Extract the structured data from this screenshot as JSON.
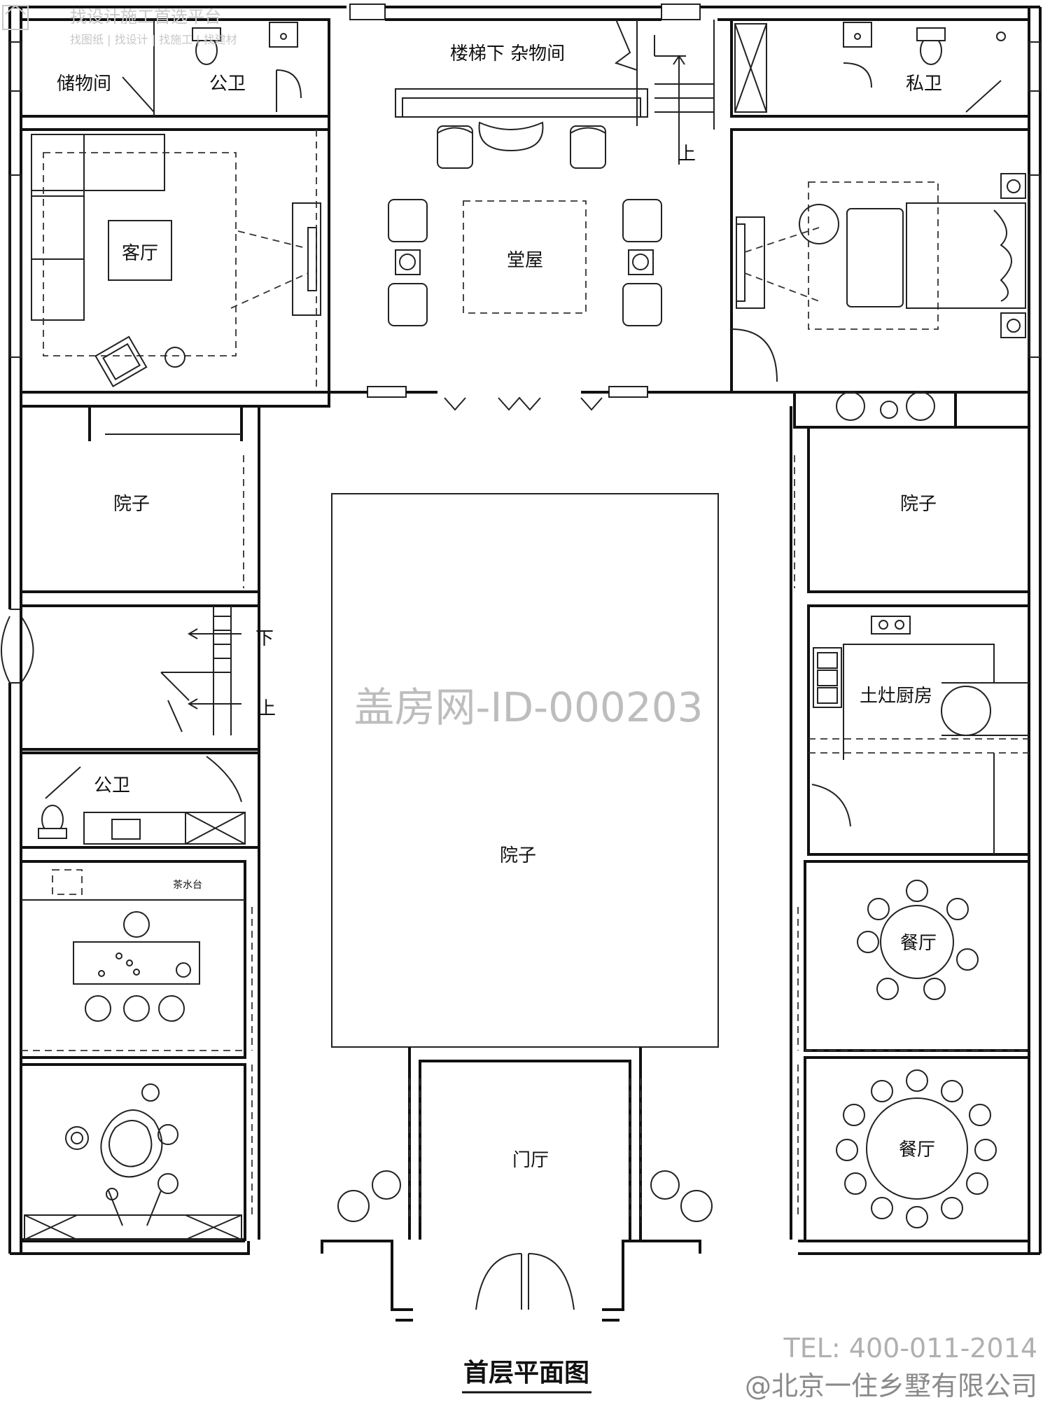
{
  "logo": {
    "title": "找设计施工首选平台",
    "subtitle": "找图纸 | 找设计 | 找施工 | 找建材"
  },
  "rooms": {
    "storage": "储物间",
    "public_wc_top": "公卫",
    "stair_storage": "楼梯下  杂物间",
    "private_wc": "私卫",
    "living_room": "客厅",
    "main_hall": "堂屋",
    "stair_up_top": "上",
    "yard_left": "院子",
    "yard_right": "院子",
    "stair_down": "下",
    "stair_up_left": "上",
    "kitchen": "土灶厨房",
    "public_wc_left": "公卫",
    "central_yard": "院子",
    "tea_counter": "茶水台",
    "dining_1": "餐厅",
    "dining_2": "餐厅",
    "entrance_hall": "门厅"
  },
  "watermarks": {
    "id": "盖房网-ID-000203",
    "tel": "TEL: 400-011-2014",
    "company": "@北京一住乡墅有限公司"
  },
  "title": "首层平面图"
}
